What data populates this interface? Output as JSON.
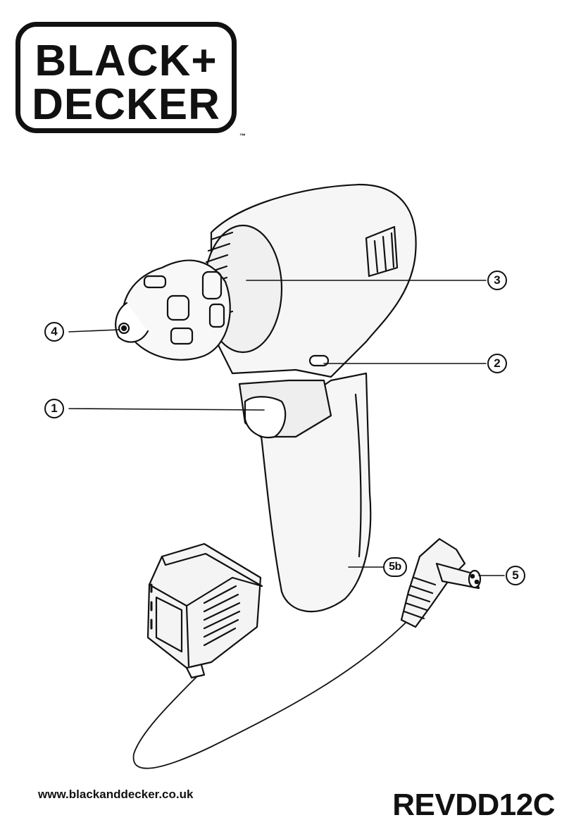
{
  "brand": {
    "line1": "BLACK+",
    "line2": "DECKER",
    "trademark": "™"
  },
  "callouts": {
    "c1": "1",
    "c2": "2",
    "c3": "3",
    "c4": "4",
    "c5": "5",
    "c5b": "5b"
  },
  "footer": {
    "website": "www.blackanddecker.co.uk",
    "model": "REVDD12C"
  }
}
